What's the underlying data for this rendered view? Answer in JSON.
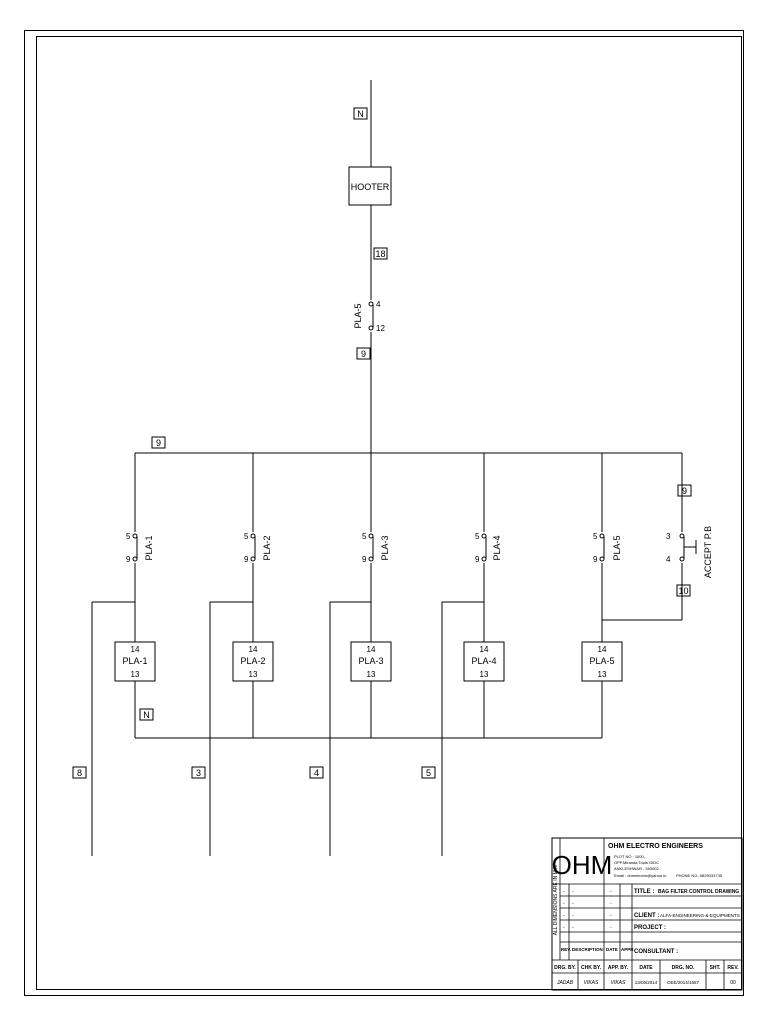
{
  "terminals": {
    "n_top": "N",
    "t18": "18",
    "t9_mid": "9",
    "t9_bus": "9",
    "t9_right": "9",
    "t10": "10",
    "n_bottom": "N",
    "t8": "8",
    "t3": "3",
    "t4": "4",
    "t5": "5"
  },
  "hooter_label": "HOOTER",
  "pla5_top": {
    "name": "PLA-5",
    "contact_a": "4",
    "contact_b": "12"
  },
  "contacts": [
    {
      "name": "PLA-1",
      "a": "5",
      "b": "9"
    },
    {
      "name": "PLA-2",
      "a": "5",
      "b": "9"
    },
    {
      "name": "PLA-3",
      "a": "5",
      "b": "9"
    },
    {
      "name": "PLA-4",
      "a": "5",
      "b": "9"
    },
    {
      "name": "PLA-5",
      "a": "5",
      "b": "9"
    }
  ],
  "accept_pb": {
    "name": "ACCEPT  P.B",
    "a": "3",
    "b": "4"
  },
  "relays": [
    {
      "top": "14",
      "name": "PLA-1",
      "bottom": "13"
    },
    {
      "top": "14",
      "name": "PLA-2",
      "bottom": "13"
    },
    {
      "top": "14",
      "name": "PLA-3",
      "bottom": "13"
    },
    {
      "top": "14",
      "name": "PLA-4",
      "bottom": "13"
    },
    {
      "top": "14",
      "name": "PLA-5",
      "bottom": "13"
    }
  ],
  "title_block": {
    "logo": "OHM",
    "side_note": "ALL DIMENSIONS ARE IN M.M",
    "company": "OHM ELECTRO ENGINEERS",
    "addr1": "PLOT NO : 1000,",
    "addr2": "OPP.Miranda Tools GIDC",
    "addr3": "ANKLESHWAR - 393002",
    "email": "Email : ohmelectro@yahoo.in",
    "phone": "PHONE NO:-9825033735",
    "rev_rows": [
      {
        "rev": "-",
        "desc": "-",
        "date": "-"
      },
      {
        "rev": "-",
        "desc": "-",
        "date": "-"
      },
      {
        "rev": "-",
        "desc": "-",
        "date": "-"
      },
      {
        "rev": "-",
        "desc": "-",
        "date": "-"
      }
    ],
    "rev_hdr": "REV.",
    "desc_hdr": "DESCRIPTION",
    "date_hdr": "DATE",
    "appr_hdr": "APPR",
    "title_label": "TITLE :",
    "title_value": "BAG FILTER CONTROL DRAWING",
    "client_label": "CLIENT :",
    "client_value": "ALFA-ENGINEERING-&-EQUIPMENTS",
    "project_label": "PROJECT :",
    "consultant_label": "CONSULTANT :",
    "drg_by_hdr": "DRG. BY.",
    "chk_by_hdr": "CHK BY.",
    "app_by_hdr": "APP. BY.",
    "date_col_hdr": "DATE",
    "drg_no_hdr": "DRG. NO.",
    "sht_hdr": "SHT.",
    "rev_col_hdr": "REV.",
    "drg_by": "JADAB",
    "chk_by": "VIKAS",
    "app_by": "VIKAS",
    "date": "13/06/2014",
    "drg_no": "OEE/2014/1657",
    "sht": "",
    "rev_no": "00"
  }
}
